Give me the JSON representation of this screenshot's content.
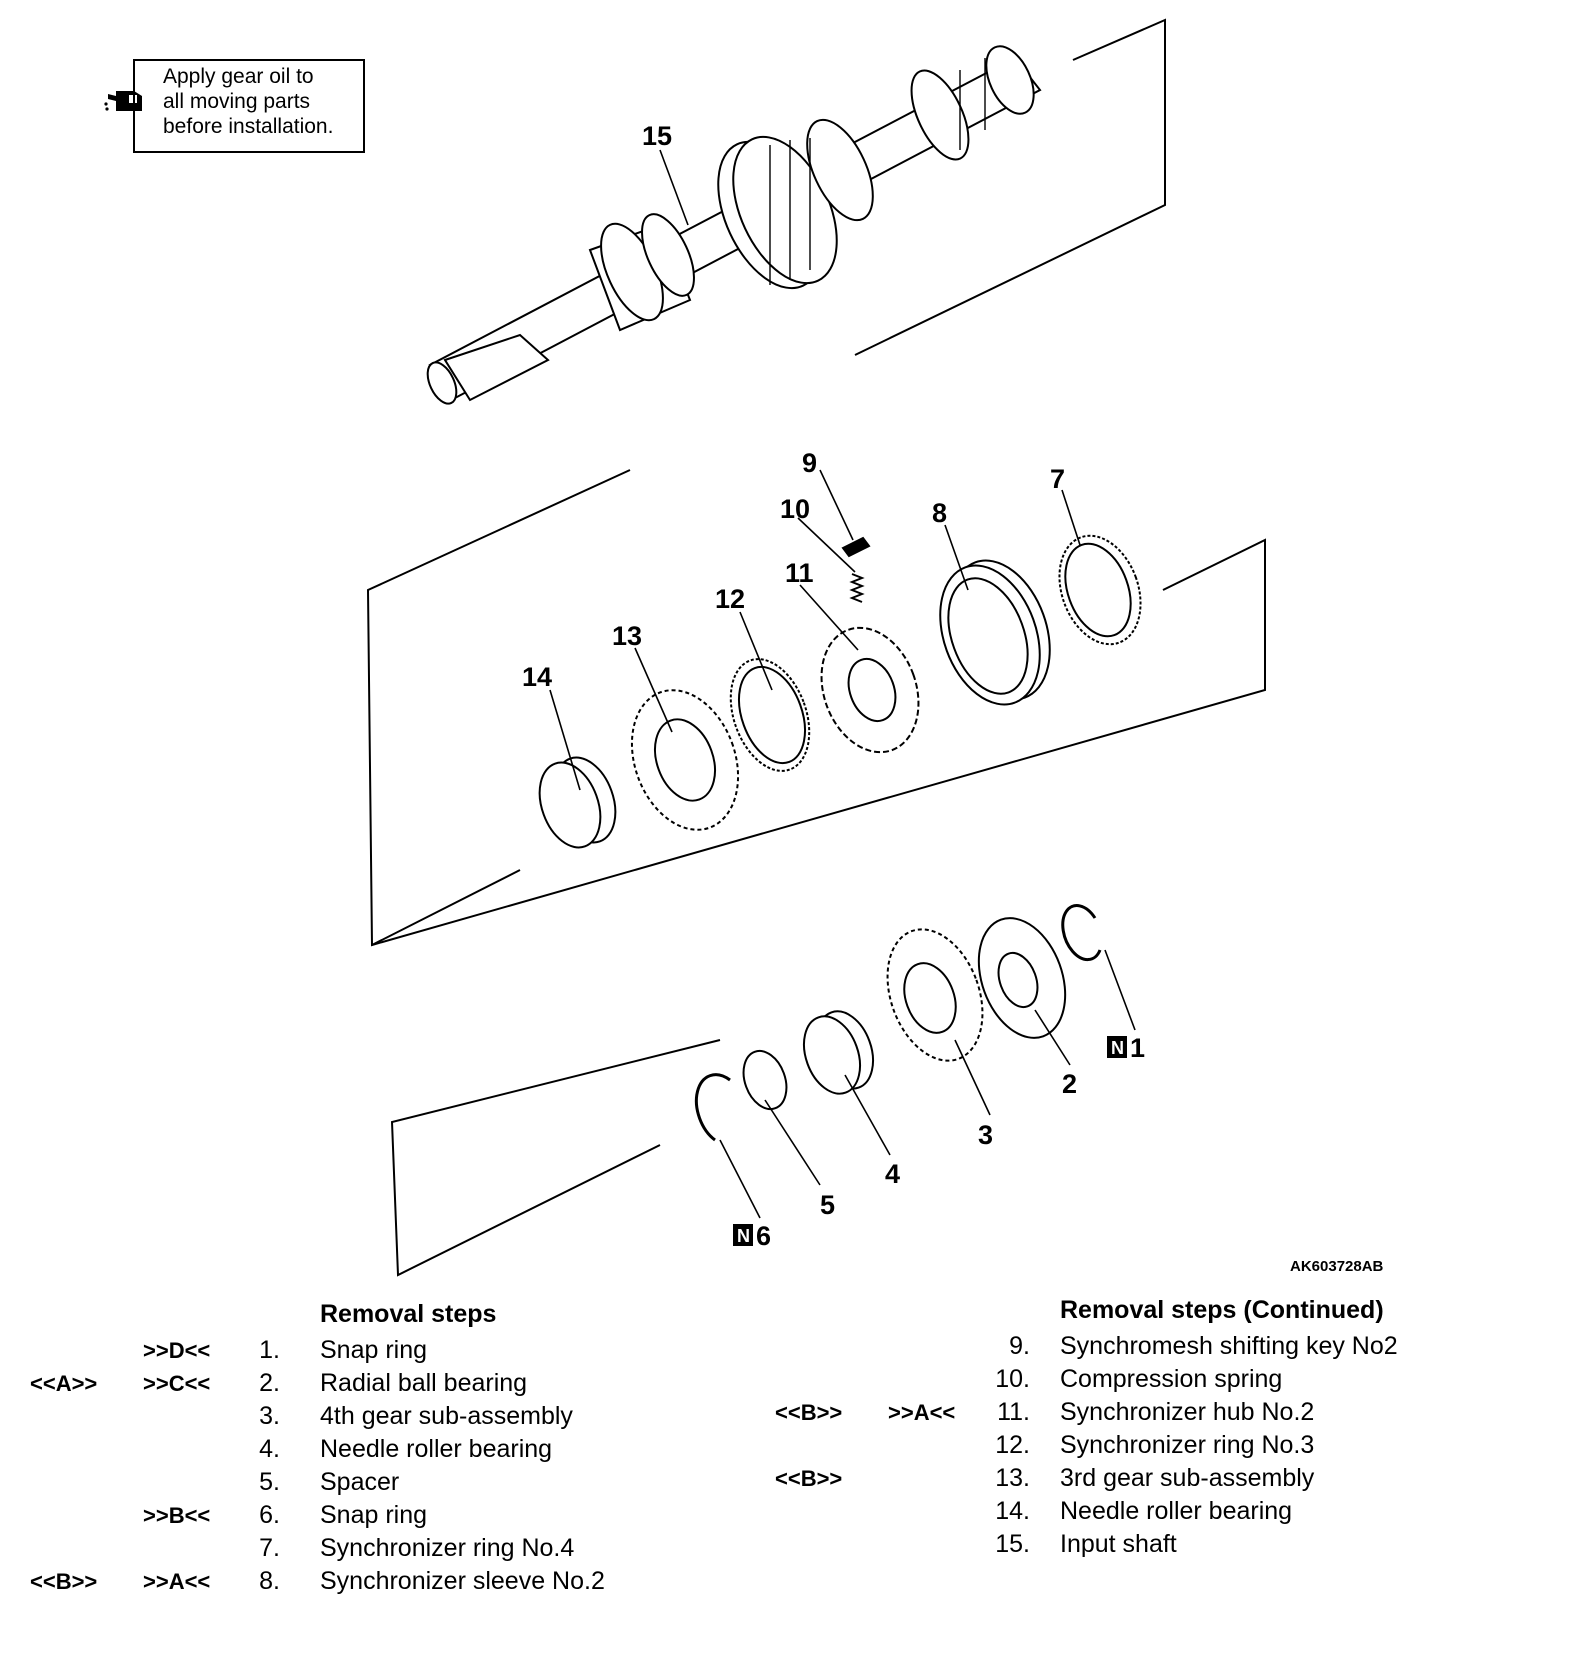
{
  "note": {
    "lines": [
      "Apply gear oil to",
      "all moving parts",
      "before installation."
    ],
    "icon": "oil-can-icon"
  },
  "figure_id": "AK603728AB",
  "callouts": {
    "c1": "1",
    "c2": "2",
    "c3": "3",
    "c4": "4",
    "c5": "5",
    "c6": "6",
    "c7": "7",
    "c8": "8",
    "c9": "9",
    "c10": "10",
    "c11": "11",
    "c12": "12",
    "c13": "13",
    "c14": "14",
    "c15": "15",
    "n_mark": "N"
  },
  "steps_left": {
    "title": "Removal steps",
    "rows": [
      {
        "a": "",
        "b": ">>D<<",
        "num": "1.",
        "label": "Snap ring"
      },
      {
        "a": "<<A>>",
        "b": ">>C<<",
        "num": "2.",
        "label": "Radial ball bearing"
      },
      {
        "a": "",
        "b": "",
        "num": "3.",
        "label": "4th gear sub-assembly"
      },
      {
        "a": "",
        "b": "",
        "num": "4.",
        "label": "Needle roller bearing"
      },
      {
        "a": "",
        "b": "",
        "num": "5.",
        "label": "Spacer"
      },
      {
        "a": "",
        "b": ">>B<<",
        "num": "6.",
        "label": "Snap ring"
      },
      {
        "a": "",
        "b": "",
        "num": "7.",
        "label": "Synchronizer ring No.4"
      },
      {
        "a": "<<B>>",
        "b": ">>A<<",
        "num": "8.",
        "label": "Synchronizer sleeve No.2"
      }
    ]
  },
  "steps_right": {
    "title": "Removal steps (Continued)",
    "rows": [
      {
        "a": "",
        "b": "",
        "num": "9.",
        "label": "Synchromesh shifting key No2"
      },
      {
        "a": "",
        "b": "",
        "num": "10.",
        "label": "Compression spring"
      },
      {
        "a": "<<B>>",
        "b": ">>A<<",
        "num": "11.",
        "label": "Synchronizer hub No.2"
      },
      {
        "a": "",
        "b": "",
        "num": "12.",
        "label": "Synchronizer ring No.3"
      },
      {
        "a": "<<B>>",
        "b": "",
        "num": "13.",
        "label": "3rd gear sub-assembly"
      },
      {
        "a": "",
        "b": "",
        "num": "14.",
        "label": "Needle roller bearing"
      },
      {
        "a": "",
        "b": "",
        "num": "15.",
        "label": "Input shaft"
      }
    ]
  }
}
